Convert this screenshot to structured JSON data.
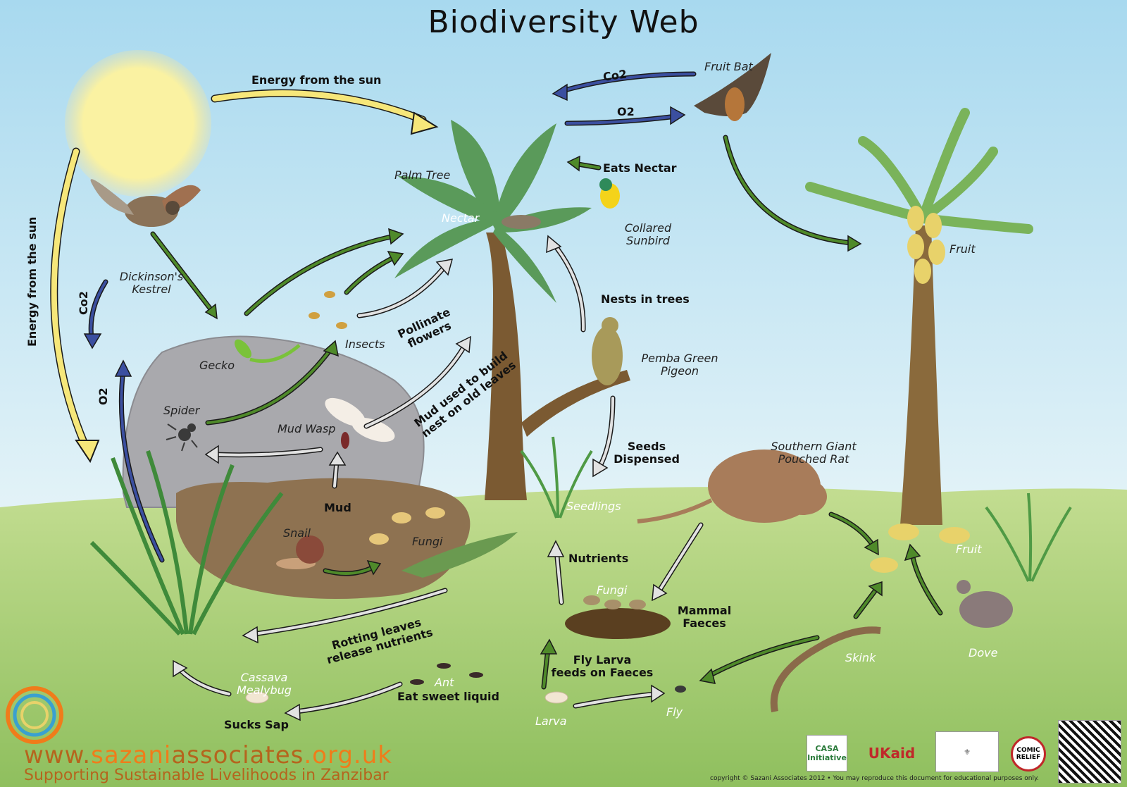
{
  "title": "Biodiversity Web",
  "organisms": {
    "palm_tree": "Palm Tree",
    "nectar": "Nectar",
    "fruit_bat": "Fruit Bat",
    "kestrel": "Dickinson's\nKestrel",
    "sunbird": "Collared\nSunbird",
    "insects": "Insects",
    "gecko": "Gecko",
    "spider": "Spider",
    "mud_wasp": "Mud Wasp",
    "pigeon": "Pemba Green\nPigeon",
    "rat": "Southern Giant\nPouched Rat",
    "seedlings": "Seedlings",
    "snail": "Snail",
    "fungi_mound": "Fungi",
    "fungi_faeces": "Fungi",
    "fruit_tree": "Fruit",
    "fruit_ground": "Fruit",
    "skink": "Skink",
    "dove": "Dove",
    "cassava": "Cassava\nMealybug",
    "ant": "Ant",
    "larva": "Larva",
    "fly": "Fly"
  },
  "relations": {
    "energy_sun_top": "Energy from the sun",
    "energy_sun_left": "Energy from the sun",
    "co2_bat": "Co2",
    "o2_bat": "O2",
    "co2_kestrel": "Co2",
    "o2_grass": "O2",
    "eats_nectar": "Eats Nectar",
    "nests_in_trees": "Nests in trees",
    "pollinate": "Pollinate\nflowers",
    "mud_used": "Mud used to build\nnest on old leaves",
    "mud": "Mud",
    "seeds_dispensed": "Seeds\nDispensed",
    "nutrients": "Nutrients",
    "mammal_faeces": "Mammal\nFaeces",
    "rotting_leaves": "Rotting leaves\nrelease nutrients",
    "fly_larva": "Fly Larva\nfeeds on Faeces",
    "sucks_sap": "Sucks Sap",
    "eat_sweet": "Eat sweet liquid"
  },
  "footer": {
    "url_pre": "www.",
    "url_mid": "sazani",
    "url_post": "associates",
    "url_tld": ".org.uk",
    "tagline": "Supporting Sustainable Livelihoods in Zanzibar",
    "copyright": "copyright © Sazani Associates 2012 • You may reproduce this document for educational purposes only.",
    "logos": {
      "casa": "CASA\nInitiative",
      "ukaid": "UKaid",
      "crest": "crest",
      "comic_relief": "COMIC\nRELIEF",
      "qr": "QR"
    }
  },
  "colors": {
    "sky": "#bfe3f2",
    "grass": "#a9cf7a",
    "sun": "#f9f0a0",
    "energy_arrow": "#f6e77a",
    "co2_arrow": "#3b4fa0",
    "green_arrow": "#4f8a2a",
    "grey_arrow": "#d6d6d6",
    "url_orange": "#f07c1a",
    "url_brown": "#b5651d"
  }
}
